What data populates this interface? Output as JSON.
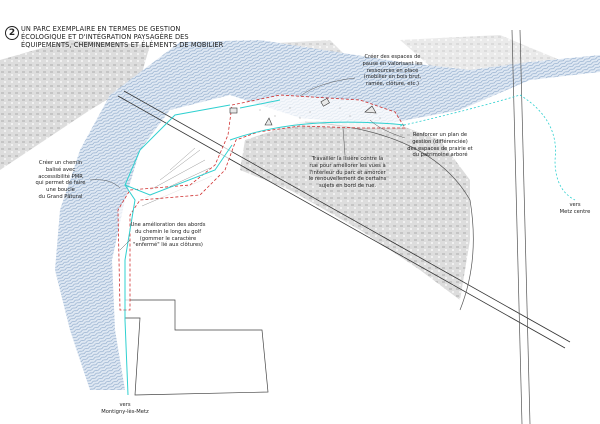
{
  "title": {
    "number": "2",
    "lines": [
      "UN PARC EXEMPLAIRE EN TERMES DE GESTION",
      "ÉCOLOGIQUE ET D'INTÉGRATION PAYSAGÈRE DES",
      "ÉQUIPEMENTS, CHEMINEMENTS ET ÉLÉMENTS DE MOBILIER"
    ]
  },
  "annotations": {
    "pause": "Créer des espaces de\npause en valorisant les\nressources en place\n(mobilier en bois brut,\nramée, clôture, etc.)",
    "gestion": "Renforcer un plan de\ngestion (différenciée)\ndes espaces de prairie et\ndu patrimoine arboré",
    "lisiere": "Travailler la lisière contre la\nrue pour améliorer les vues à\nl'intérieur du parc et amorcer\nle renouvellement de certains\nsujets en bord de rue.",
    "chemin": "Créer un chemin\nbalisé avec\naccessibilité PMR\nqui permet de faire\nune boucle\ndu Grand Pâtural",
    "abords": "Une amélioration des abords\ndu chemin le long du golf\n(gommer le caractère\n\"enfermé\" lié aux clôtures)"
  },
  "destinations": {
    "south": "vers\nMontigny-lès-Metz",
    "east": "vers\nMetz centre"
  },
  "colors": {
    "river": "#7f9fc4",
    "path": "#2fd0d0",
    "perimeter": "#d03030",
    "urban": "#c9c9c9"
  }
}
